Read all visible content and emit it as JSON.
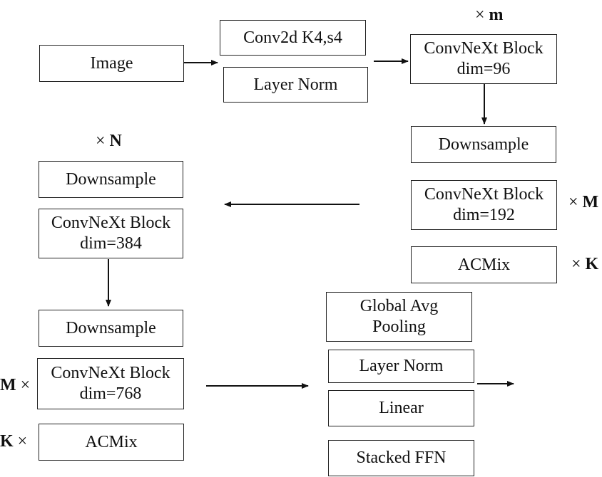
{
  "nodes": {
    "image": "Image",
    "conv2d": "Conv2d K4,s4",
    "layer_norm_1": "Layer Norm",
    "convnext_96": [
      "ConvNeXt Block",
      "dim=96"
    ],
    "downsample_1": "Downsample",
    "convnext_192": [
      "ConvNeXt Block",
      "dim=192"
    ],
    "acmix_1": "ACMix",
    "downsample_2": "Downsample",
    "convnext_384": [
      "ConvNeXt Block",
      "dim=384"
    ],
    "downsample_3": "Downsample",
    "convnext_768": [
      "ConvNeXt Block",
      "dim=768"
    ],
    "acmix_2": "ACMix",
    "global_avg_pooling": [
      "Global Avg",
      "Pooling"
    ],
    "layer_norm_2": "Layer Norm",
    "linear": "Linear",
    "stacked_ffn": "Stacked FFN"
  },
  "multipliers": {
    "m": {
      "symbol": "×",
      "letter": "m"
    },
    "N": {
      "symbol": "×",
      "letter": "N"
    },
    "M_right": {
      "symbol": "×",
      "letter": "M"
    },
    "K_right": {
      "symbol": "×",
      "letter": "K"
    },
    "M_left": {
      "symbol": "×",
      "letter": "M"
    },
    "K_left": {
      "symbol": "×",
      "letter": "K"
    }
  }
}
